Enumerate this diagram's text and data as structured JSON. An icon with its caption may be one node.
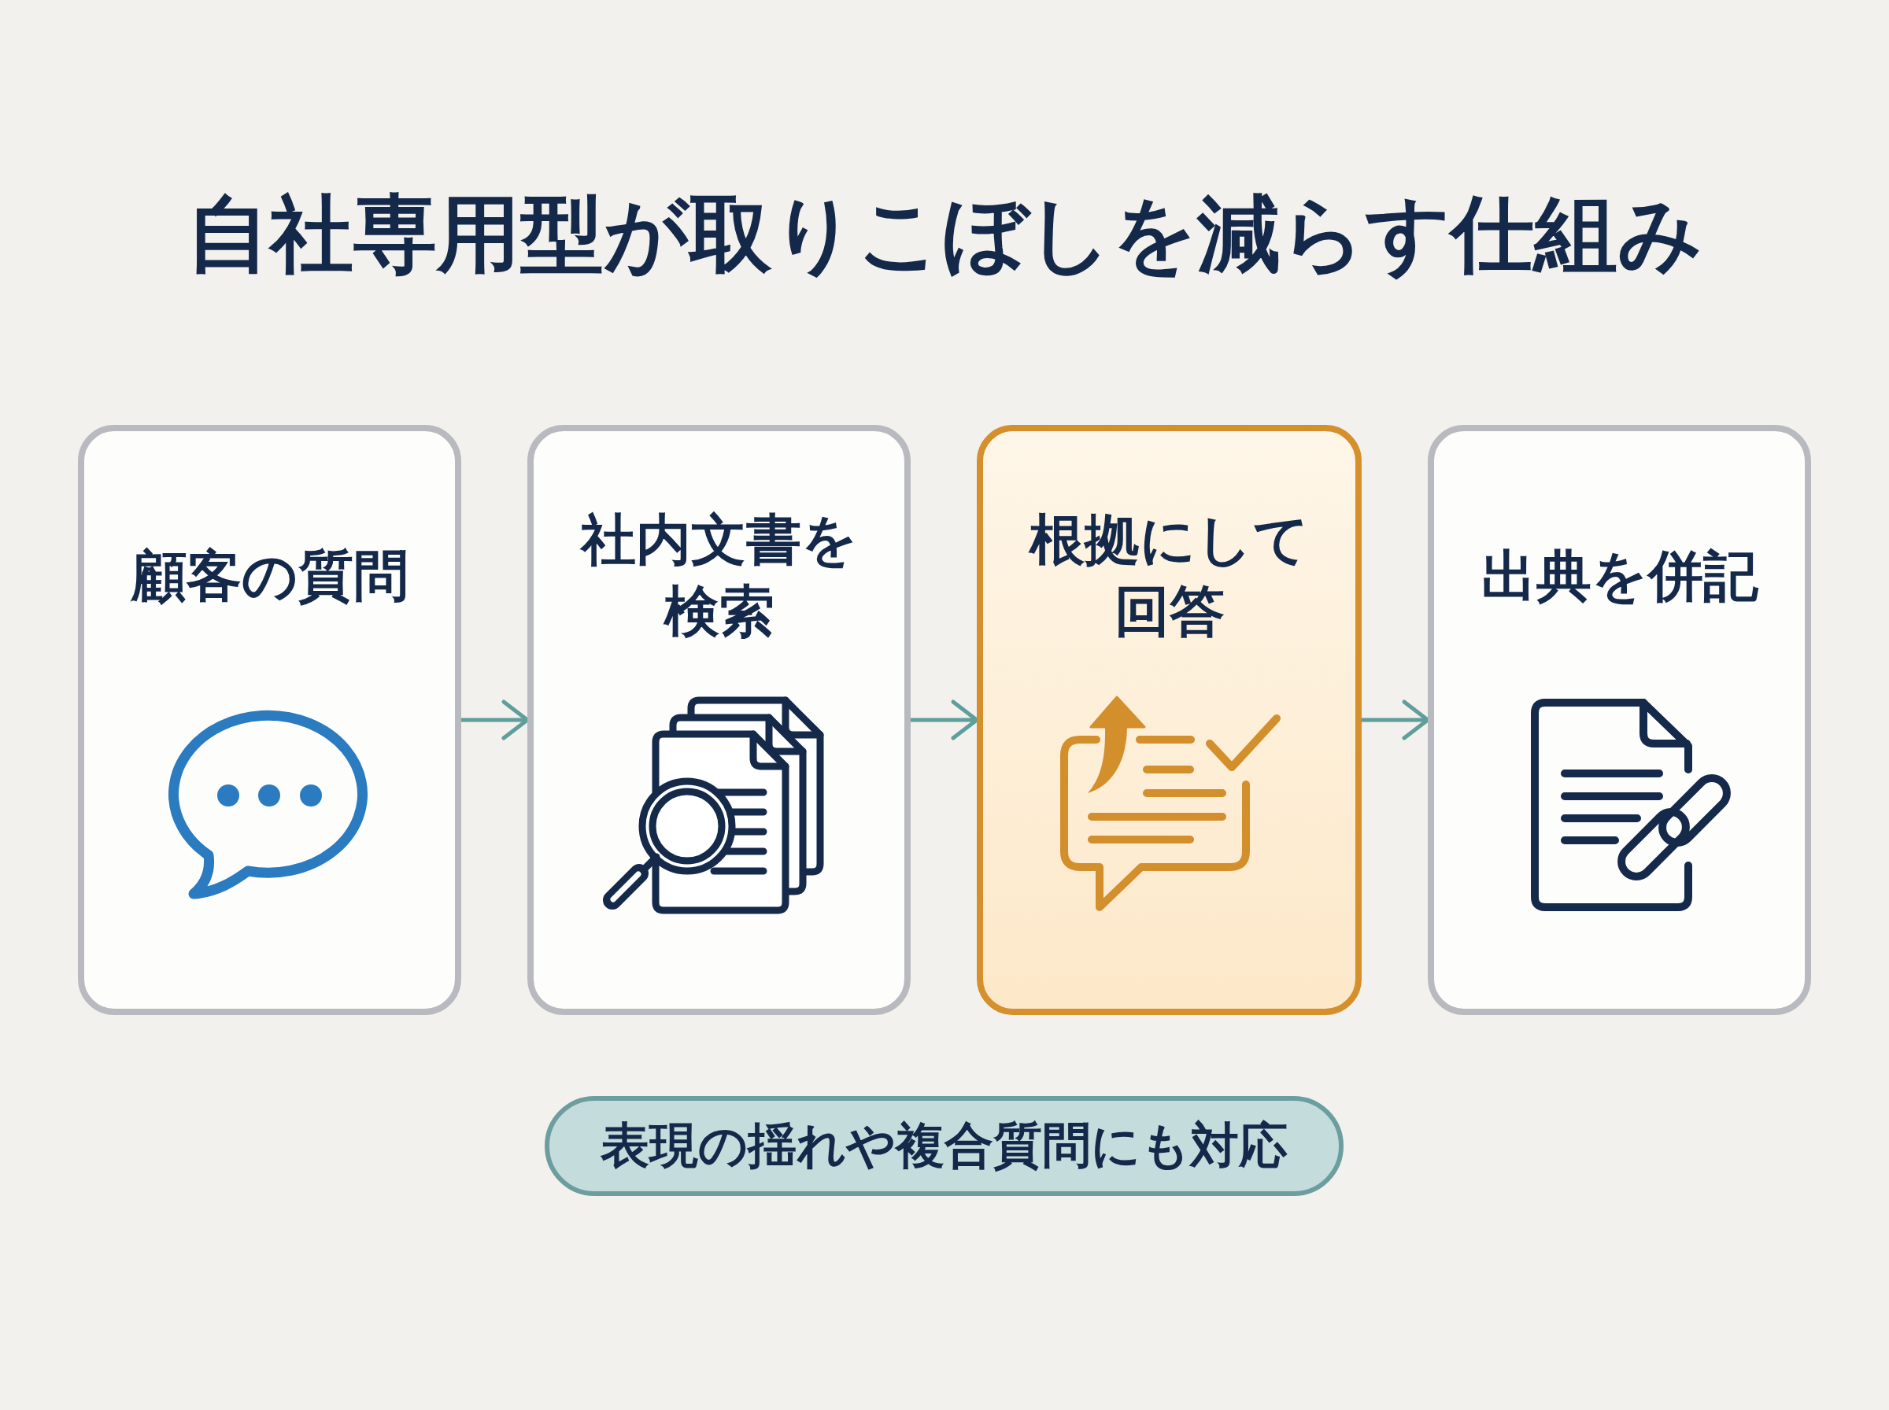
{
  "diagram": {
    "title": "自社専用型が取りこぼしを減らす仕組み",
    "nodes": [
      {
        "text": [
          "顧客の質問"
        ]
      },
      {
        "text": [
          "社内文書を検索"
        ]
      },
      {
        "text": [
          "根拠にして回答"
        ]
      },
      {
        "text": [
          "出典を併記"
        ]
      },
      {
        "text": [
          "表現の揺れや複合質問にも対応"
        ]
      }
    ],
    "edges": [
      {
        "from": 0,
        "to": 1,
        "arrow": "to"
      },
      {
        "from": 1,
        "to": 2,
        "arrow": "to"
      },
      {
        "from": 2,
        "to": 3,
        "arrow": "to"
      }
    ]
  }
}
